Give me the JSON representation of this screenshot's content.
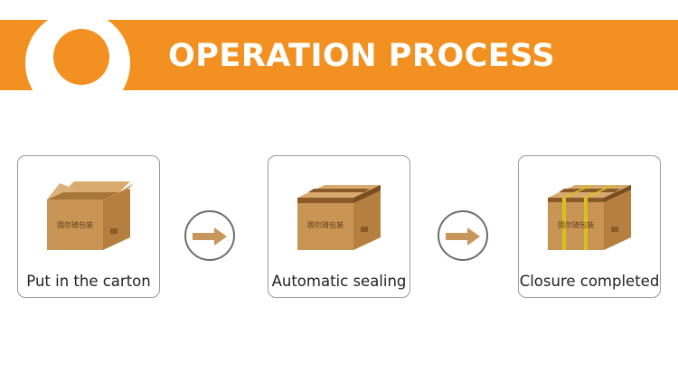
{
  "header": {
    "title": "OPERATION PROCESS"
  },
  "steps": [
    {
      "label": "Put in the carton"
    },
    {
      "label": "Automatic sealing"
    },
    {
      "label": "Closure completed"
    }
  ],
  "box_print": "固尔琦包装",
  "colors": {
    "accent": "#f29121",
    "box_face": "#c99554",
    "box_side": "#b5803f",
    "box_top": "#d9aa6e",
    "tape": "#8a5a2a",
    "strap": "#d8c020"
  },
  "icons": [
    "arrow-right-icon"
  ]
}
